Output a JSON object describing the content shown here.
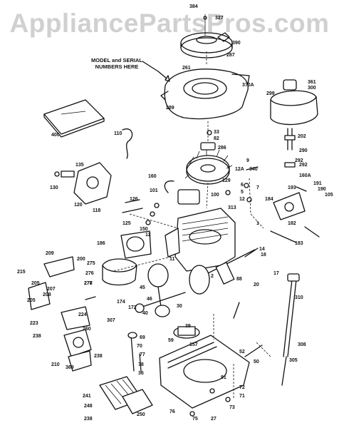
{
  "watermark": "AppliancePartsPros.com",
  "model_note": [
    "MODEL and SERIAL",
    "NUMBERS HERE"
  ],
  "callouts": [
    "384",
    "327",
    "390",
    "287",
    "261",
    "370A",
    "361",
    "300",
    "299",
    "289",
    "202",
    "292",
    "290",
    "292",
    "160A",
    "193",
    "190",
    "191",
    "105",
    "184",
    "182",
    "183",
    "400",
    "110",
    "33",
    "82",
    "286",
    "9",
    "12A",
    "340",
    "129",
    "6",
    "5",
    "12",
    "7",
    "100",
    "313",
    "1",
    "160",
    "126",
    "101",
    "135",
    "130",
    "120",
    "118",
    "125",
    "12",
    "150",
    "186",
    "209",
    "200",
    "275",
    "276",
    "278",
    "11",
    "14",
    "18",
    "17",
    "20",
    "2",
    "88",
    "310",
    "277",
    "215",
    "205",
    "207",
    "208",
    "205",
    "174",
    "172",
    "45",
    "46",
    "40",
    "30",
    "224",
    "223",
    "307",
    "238",
    "238",
    "210",
    "260",
    "369",
    "39",
    "59",
    "157",
    "69",
    "70",
    "77",
    "78",
    "36",
    "52",
    "50",
    "308",
    "305",
    "241",
    "248",
    "250",
    "238",
    "76",
    "75",
    "27",
    "73",
    "71",
    "91",
    "72"
  ]
}
